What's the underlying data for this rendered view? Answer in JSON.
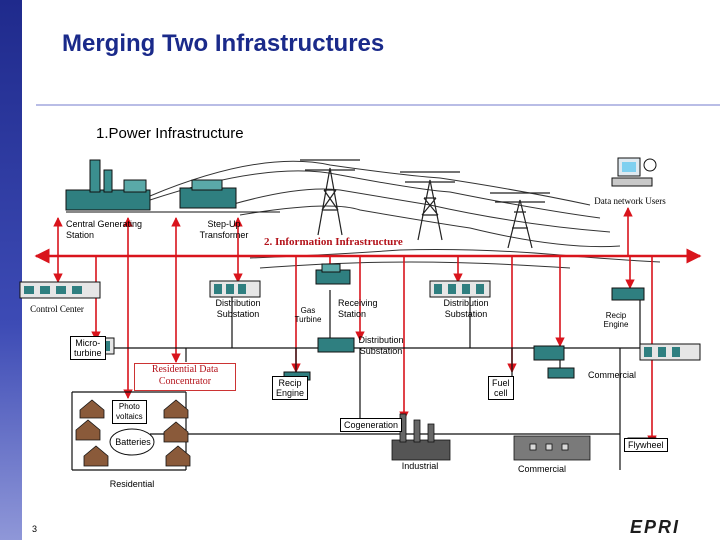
{
  "slide": {
    "title": "Merging Two Infrastructures",
    "page_number": "3",
    "logo_text": "EPRI"
  },
  "sections": {
    "power": "1.Power Infrastructure",
    "information": "2. Information Infrastructure"
  },
  "labels": {
    "data_network_users": "Data network Users",
    "central_station_1": "Central Generating",
    "central_station_2": "Station",
    "step_up_1": "Step-Up",
    "step_up_2": "Transformer",
    "control_center": "Control Center",
    "distribution_substation_1_a": "Distribution",
    "distribution_substation_1_b": "Substation",
    "gas_turbine_1": "Gas",
    "gas_turbine_2": "Turbine",
    "receiving_station_1": "Receiving",
    "receiving_station_2": "Station",
    "distribution_substation_2_a": "Distribution",
    "distribution_substation_2_b": "Substation",
    "recip_engine_right_1": "Recip",
    "recip_engine_right_2": "Engine",
    "micro_turbine_1": "Micro-",
    "micro_turbine_2": "turbine",
    "distribution_substation_3_a": "Distribution",
    "distribution_substation_3_b": "Substation",
    "residential_data_1": "Residential Data",
    "residential_data_2": "Concentrator",
    "recip_engine_center_1": "Recip",
    "recip_engine_center_2": "Engine",
    "fuel_cell_1": "Fuel",
    "fuel_cell_2": "cell",
    "commercial_right": "Commercial",
    "photovoltaics_1": "Photo",
    "photovoltaics_2": "voltaics",
    "cogeneration": "Cogeneration",
    "batteries": "Batteries",
    "flywheel": "Flywheel",
    "industrial": "Industrial",
    "commercial_bottom": "Commercial",
    "residential": "Residential"
  },
  "colors": {
    "title_blue": "#1a2a8a",
    "info_bus_red": "#d9141c",
    "label_red": "#b3121a",
    "equipment_teal": "#2f7f80",
    "line_dark": "#111111"
  }
}
